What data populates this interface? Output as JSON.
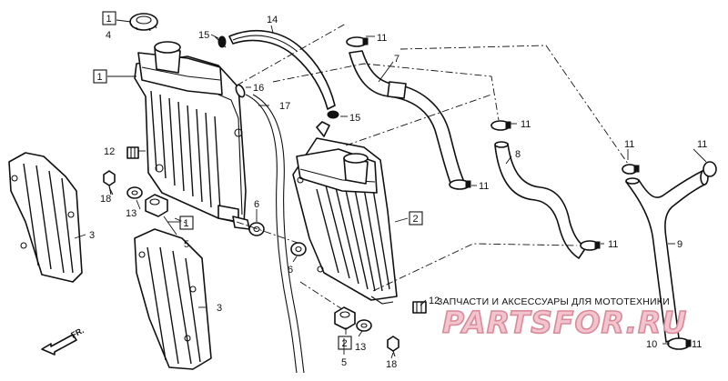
{
  "callouts": {
    "n1_box_top": "1",
    "n4": "4",
    "n1_box_radiator": "1",
    "n15_top": "15",
    "n14": "14",
    "n11_a": "11",
    "n7": "7",
    "n16": "16",
    "n17": "17",
    "n15_mid": "15",
    "n11_b": "11",
    "n11_c": "11",
    "n11_d": "11",
    "n12_left": "12",
    "n8": "8",
    "n18_left": "18",
    "n11_e": "11",
    "n6_left": "6",
    "n13_left": "13",
    "n1_box_bracket": "1",
    "n2_box": "2",
    "n3_top": "3",
    "n5_left": "5",
    "n9": "9",
    "n11_f": "11",
    "n6_right": "6",
    "n12_right": "12",
    "n3_bottom": "3",
    "n2_box_bottom": "2",
    "n13_right": "13",
    "n10": "10",
    "n11_g": "11",
    "n5_right": "5",
    "n18_right": "18"
  },
  "front_arrow_label": "FR.",
  "watermark": {
    "caption": "ЗАПЧАСТИ И АКСЕССУАРЫ ДЛЯ МОТОТЕХНИКИ",
    "logo": "PARTSFOR.RU"
  }
}
